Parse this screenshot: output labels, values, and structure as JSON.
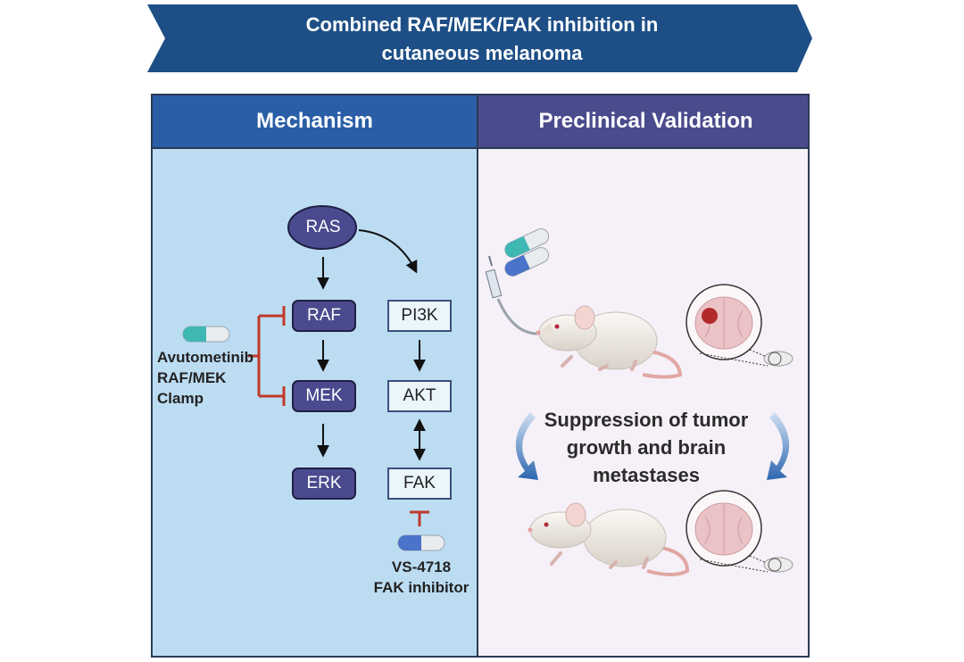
{
  "banner": {
    "title_line1": "Combined RAF/MEK/FAK inhibition in",
    "title_line2": "cutaneous melanoma",
    "color": "#1d4f86"
  },
  "panels": {
    "mechanism": {
      "header": "Mechanism",
      "header_color": "#2a5ea6",
      "bg": "#bcdcf2"
    },
    "preclinical": {
      "header": "Preclinical Validation",
      "header_color": "#4a4b8c",
      "bg": "#f6f0f8"
    }
  },
  "pathway": {
    "ras": "RAS",
    "raf": "RAF",
    "mek": "MEK",
    "erk": "ERK",
    "pi3k": "PI3K",
    "akt": "AKT",
    "fak": "FAK",
    "node_color": "#4a4a8e",
    "inhibit_color": "#c0392b"
  },
  "drugs": {
    "avutometinib": {
      "line1": "Avutometinib",
      "line2": "RAF/MEK",
      "line3": "Clamp",
      "icon": "capsule-teal-icon"
    },
    "vs4718": {
      "line1": "VS-4718",
      "line2": "FAK inhibitor",
      "icon": "capsule-blue-icon"
    }
  },
  "result": {
    "line1": "Suppression of tumor",
    "line2": "growth and brain",
    "line3": "metastases"
  }
}
